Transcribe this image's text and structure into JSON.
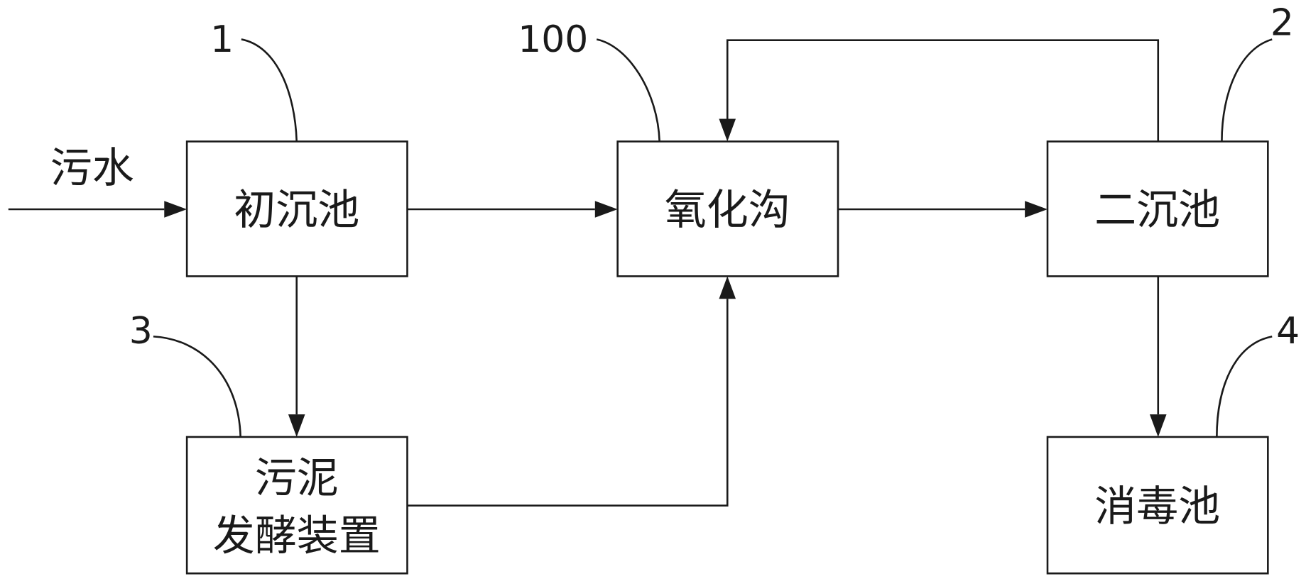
{
  "input_label": "污水",
  "boxes": {
    "primary_settling": "初沉池",
    "oxidation_ditch": "氧化沟",
    "secondary_settling": "二沉池",
    "sludge_line1": "污泥",
    "sludge_line2": "发酵装置",
    "disinfection": "消毒池"
  },
  "refs": {
    "primary_settling": "1",
    "secondary_settling": "2",
    "sludge_fermentation": "3",
    "disinfection": "4",
    "oxidation_ditch": "100"
  },
  "colors": {
    "stroke": "#1a1a1a",
    "background": "#ffffff"
  }
}
